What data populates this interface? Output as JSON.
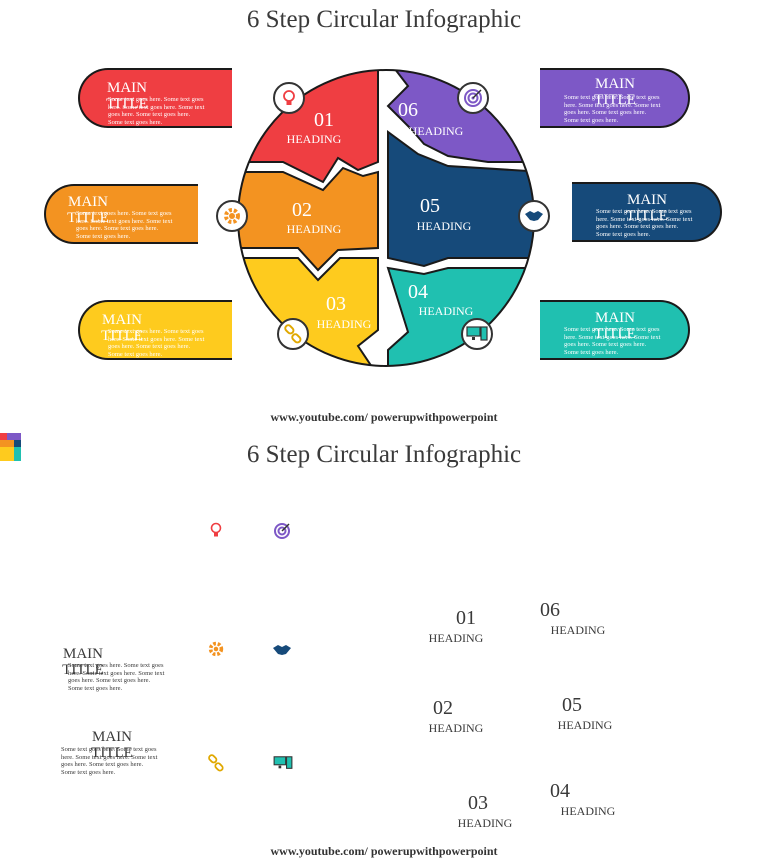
{
  "slide_top": {
    "title": "6 Step Circular Infographic",
    "footer": "www.youtube.com/ powerupwithpowerpoint",
    "steps": [
      {
        "num": "01",
        "heading": "HEADING",
        "color": "#ef3e42",
        "icon": "lightbulb-icon"
      },
      {
        "num": "02",
        "heading": "HEADING",
        "color": "#f39321",
        "icon": "gear-icon"
      },
      {
        "num": "03",
        "heading": "HEADING",
        "color": "#fecb1e",
        "icon": "link-icon"
      },
      {
        "num": "04",
        "heading": "HEADING",
        "color": "#20c0b0",
        "icon": "computer-icon"
      },
      {
        "num": "05",
        "heading": "HEADING",
        "color": "#164a7a",
        "icon": "handshake-icon"
      },
      {
        "num": "06",
        "heading": "HEADING",
        "color": "#7d58c6",
        "icon": "target-icon"
      }
    ],
    "cards": [
      {
        "title": "MAIN TITLE",
        "body": "Some text goes here. Some text goes here. Some text goes here. Some text goes here. Some text goes here. Some text goes here.",
        "color": "#ef3e42"
      },
      {
        "title": "MAIN TITLE",
        "body": "Some text goes here. Some text goes here. Some text goes here. Some text goes here. Some text goes here. Some text goes here.",
        "color": "#f39321"
      },
      {
        "title": "MAIN TITLE",
        "body": "Some text goes here. Some text goes here. Some text goes here. Some text goes here. Some text goes here. Some text goes here.",
        "color": "#fecb1e"
      },
      {
        "title": "MAIN TITLE",
        "body": "Some text goes here. Some text goes here. Some text goes here. Some text goes here. Some text goes here. Some text goes here.",
        "color": "#7d58c6"
      },
      {
        "title": "MAIN TITLE",
        "body": "Some text goes here. Some text goes here. Some text goes here. Some text goes here. Some text goes here. Some text goes here.",
        "color": "#164a7a"
      },
      {
        "title": "MAIN TITLE",
        "body": "Some text goes here. Some text goes here. Some text goes here. Some text goes here. Some text goes here. Some text goes here.",
        "color": "#20c0b0"
      }
    ]
  },
  "slide_bottom": {
    "title": "6 Step Circular Infographic",
    "footer": "www.youtube.com/ powerupwithpowerpoint",
    "steps": [
      {
        "num": "01",
        "heading": "HEADING"
      },
      {
        "num": "06",
        "heading": "HEADING"
      },
      {
        "num": "02",
        "heading": "HEADING"
      },
      {
        "num": "05",
        "heading": "HEADING"
      },
      {
        "num": "03",
        "heading": "HEADING"
      },
      {
        "num": "04",
        "heading": "HEADING"
      }
    ],
    "cards": [
      {
        "title": "MAIN TITLE",
        "body": "Some text goes here. Some text goes here. Some text goes here. Some text goes here. Some text goes here. Some text goes here."
      },
      {
        "title": "MAIN TITLE",
        "body": "Some text goes here. Some text goes here. Some text goes here. Some text goes here. Some text goes here. Some text goes here."
      }
    ],
    "icons": [
      "lightbulb-icon",
      "target-icon",
      "gear-icon",
      "handshake-icon",
      "link-icon",
      "computer-icon"
    ]
  }
}
